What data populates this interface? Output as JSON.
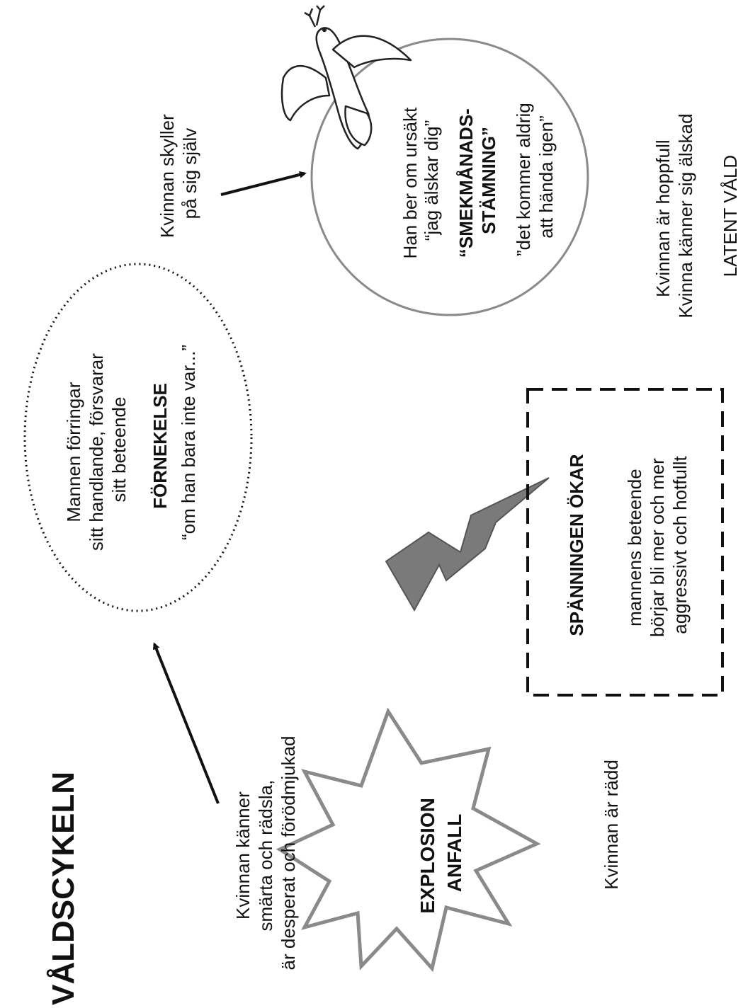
{
  "title": "VÅLDSCYKELN",
  "explosion": {
    "line1": "EXPLOSION",
    "line2": "ANFALL",
    "woman_feels": [
      "Kvinnan känner",
      "smärta och rädsla,",
      "är desperat och förödmjukad"
    ],
    "woman_state": "Kvinnan är rädd"
  },
  "denial": {
    "lines": [
      "Mannen förringar",
      "sitt handlande, försvarar",
      "sitt beteende"
    ],
    "heading": "FÖRNEKELSE",
    "quote": "“om han bara inte var...”"
  },
  "blame": [
    "Kvinnan skyller",
    "på sig själv"
  ],
  "honeymoon": {
    "lines": [
      "Han ber om ursäkt",
      "“jag älskar dig”"
    ],
    "heading": [
      "“SMEKMÅNADS-",
      "STÄMNING”"
    ],
    "quote": [
      "”det kommer aldrig",
      "att hända igen”"
    ]
  },
  "latent": {
    "woman_state": [
      "Kvinnan är hoppfull",
      "Kvinna känner sig älskad"
    ],
    "label": "LATENT VÅLD"
  },
  "tension": {
    "heading": "SPÄNNINGEN ÖKAR",
    "lines": [
      "mannens beteende",
      "börjar bli mer och mer",
      "aggressivt och hotfullt"
    ]
  },
  "colors": {
    "text": "#111111",
    "lightning_fill": "#7a7a7a",
    "burst_stroke": "#8a8a8a",
    "circle_stroke": "#8a8a8a"
  },
  "icons": [
    "dove-icon",
    "lightning-icon",
    "explosion-burst-icon",
    "arrow-icon"
  ]
}
